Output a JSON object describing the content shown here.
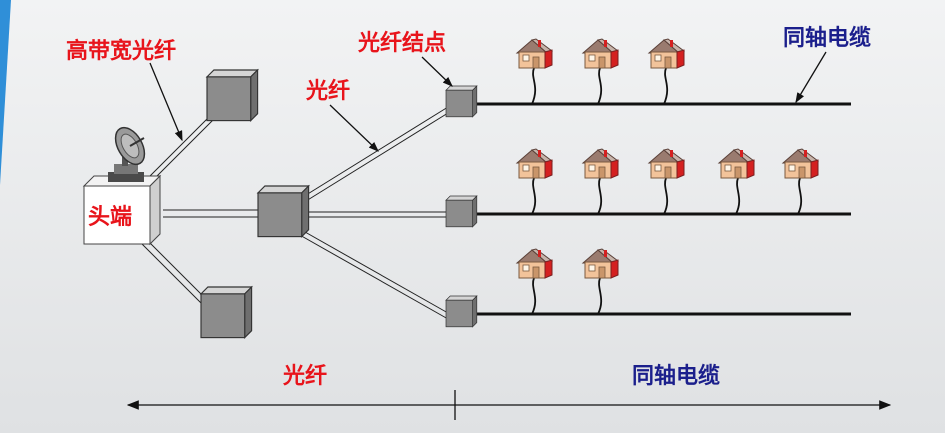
{
  "labels": {
    "high_bandwidth_fiber": "高带宽光纤",
    "fiber_node": "光纤结点",
    "fiber": "光纤",
    "coax_cable": "同轴电缆",
    "headend": "头端",
    "fiber_section": "光纤",
    "coax_section": "同轴电缆"
  },
  "colors": {
    "label_red": "#e8141b",
    "label_blue": "#1b1f8c",
    "background": "#e6e8ea",
    "accent_stripe": "#2f8fd8",
    "house_roof": "#9a7b6f",
    "house_wall": "#f2c39a",
    "house_side": "#d42020"
  },
  "branches": [
    {
      "houses": 3
    },
    {
      "houses": 5
    },
    {
      "houses": 2
    }
  ]
}
